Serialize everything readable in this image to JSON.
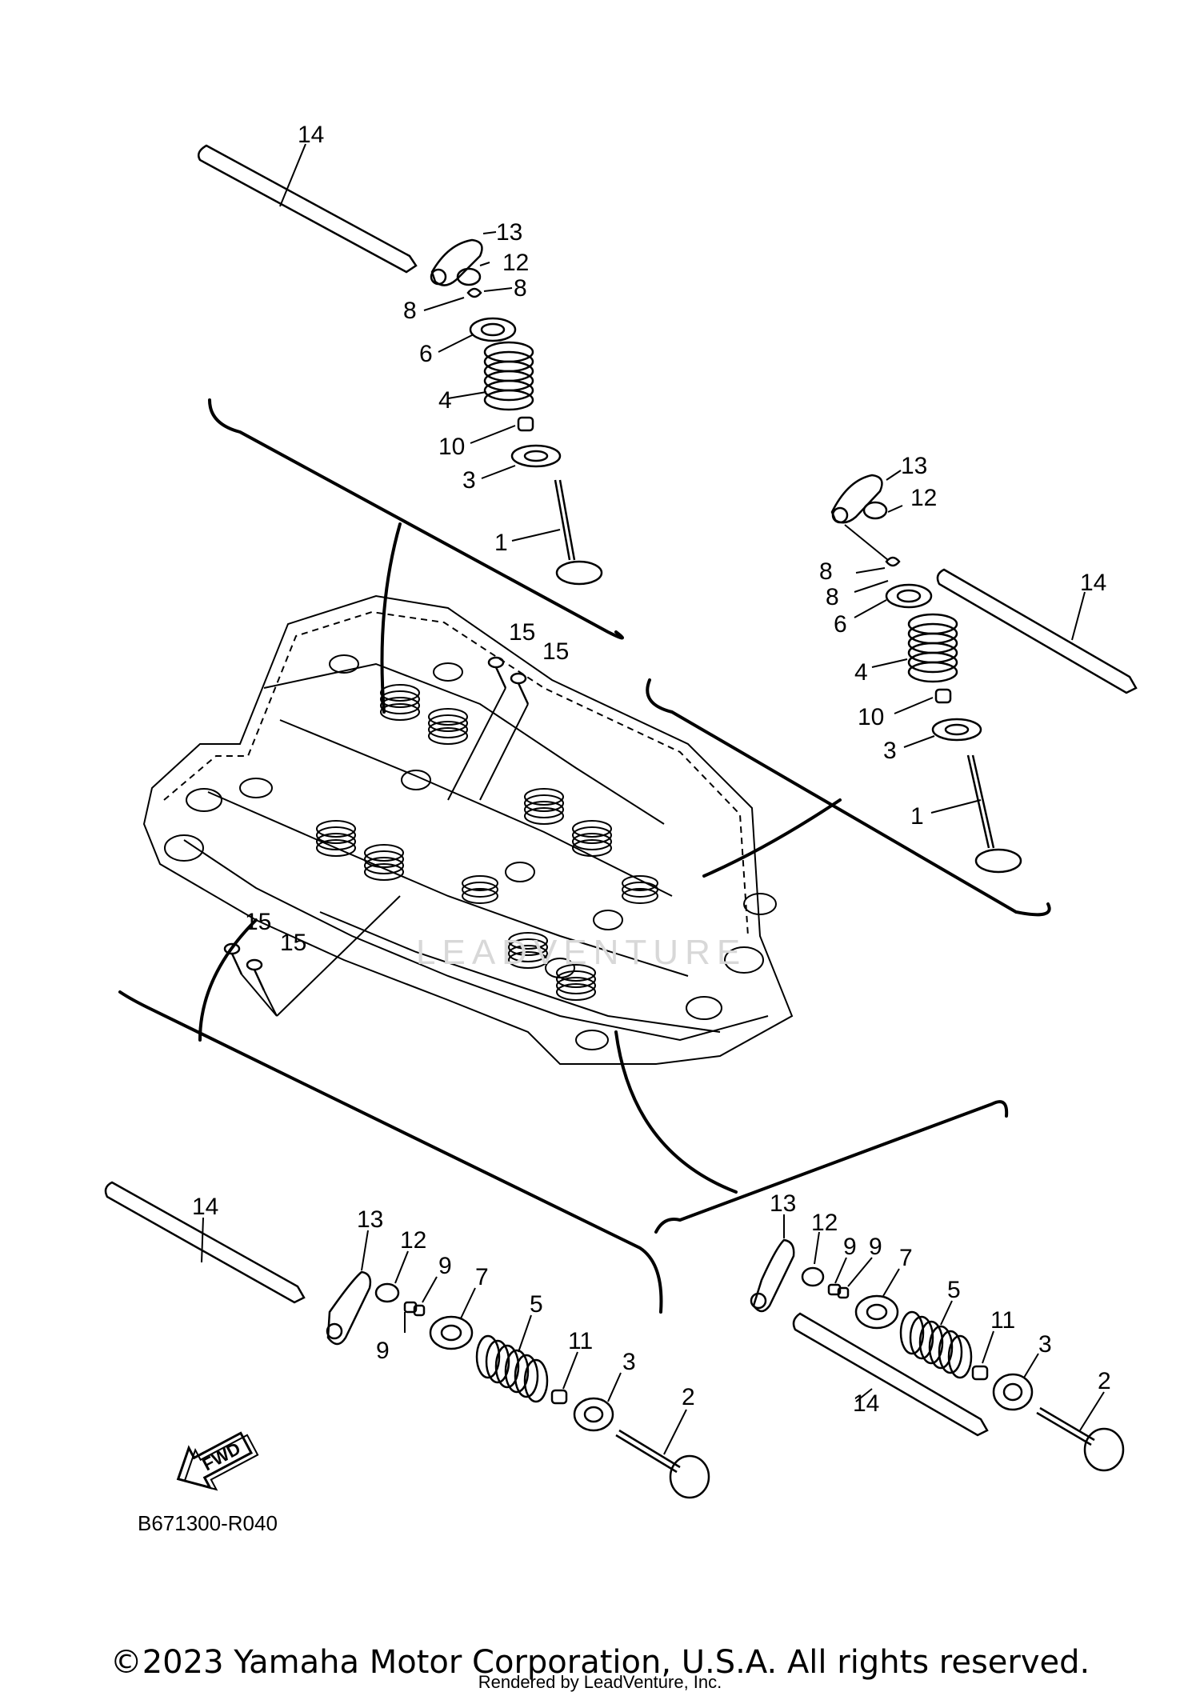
{
  "diagram": {
    "drawing_code": "B671300-R040",
    "fwd_label": "FWD",
    "watermark_text": "LEADVENTURE"
  },
  "groups": [
    {
      "position": "top-left intake",
      "callouts": [
        "14",
        "13",
        "12",
        "8",
        "8",
        "6",
        "4",
        "10",
        "3",
        "1"
      ]
    },
    {
      "position": "middle-right intake",
      "callouts": [
        "13",
        "12",
        "8",
        "8",
        "6",
        "14",
        "4",
        "10",
        "3",
        "1"
      ]
    },
    {
      "position": "cylinder-head",
      "callouts": [
        "15",
        "15",
        "15",
        "15"
      ]
    },
    {
      "position": "bottom-left exhaust",
      "callouts": [
        "14",
        "13",
        "12",
        "9",
        "9",
        "7",
        "5",
        "11",
        "3",
        "2"
      ]
    },
    {
      "position": "bottom-right exhaust",
      "callouts": [
        "13",
        "12",
        "9",
        "9",
        "7",
        "5",
        "11",
        "3",
        "2",
        "14"
      ]
    }
  ],
  "footer": {
    "copyright": "©2023 Yamaha Motor Corporation, U.S.A. All rights reserved.",
    "rendered_by": "Rendered by LeadVenture, Inc."
  }
}
